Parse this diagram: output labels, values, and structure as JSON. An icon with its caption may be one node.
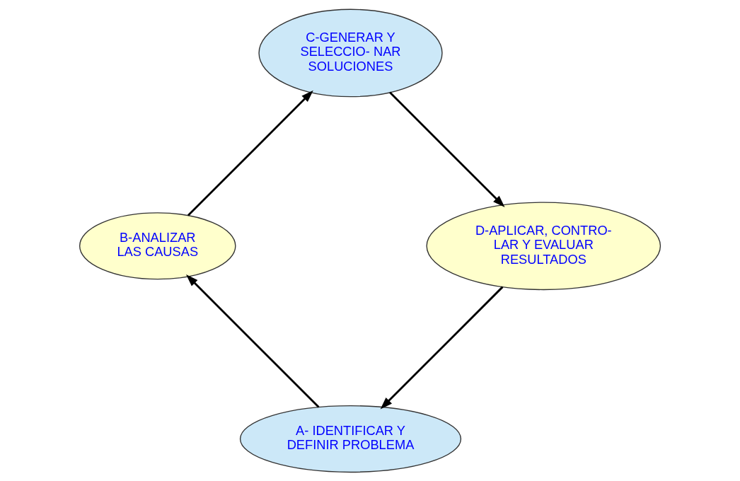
{
  "diagram": {
    "nodes": [
      {
        "text": [
          "A- IDENTIFICAR Y DEFINIR PROBLEMA"
        ]
      },
      {
        "text": [
          "B-ANALIZAR LAS CAUSAS"
        ]
      },
      {
        "text": [
          "C-GENERAR Y SELECCIO- NAR SOLUCIONES"
        ]
      },
      {
        "text": [
          "D-APLICAR, CONTRO- LAR Y EVALUAR RESULTADOS"
        ]
      }
    ],
    "edges": [
      {
        "from": 0,
        "to": 1,
        "arrow": "to"
      },
      {
        "from": 1,
        "to": 2,
        "arrow": "to"
      },
      {
        "from": 2,
        "to": 3,
        "arrow": "to"
      },
      {
        "from": 3,
        "to": 0,
        "arrow": "to"
      }
    ]
  }
}
